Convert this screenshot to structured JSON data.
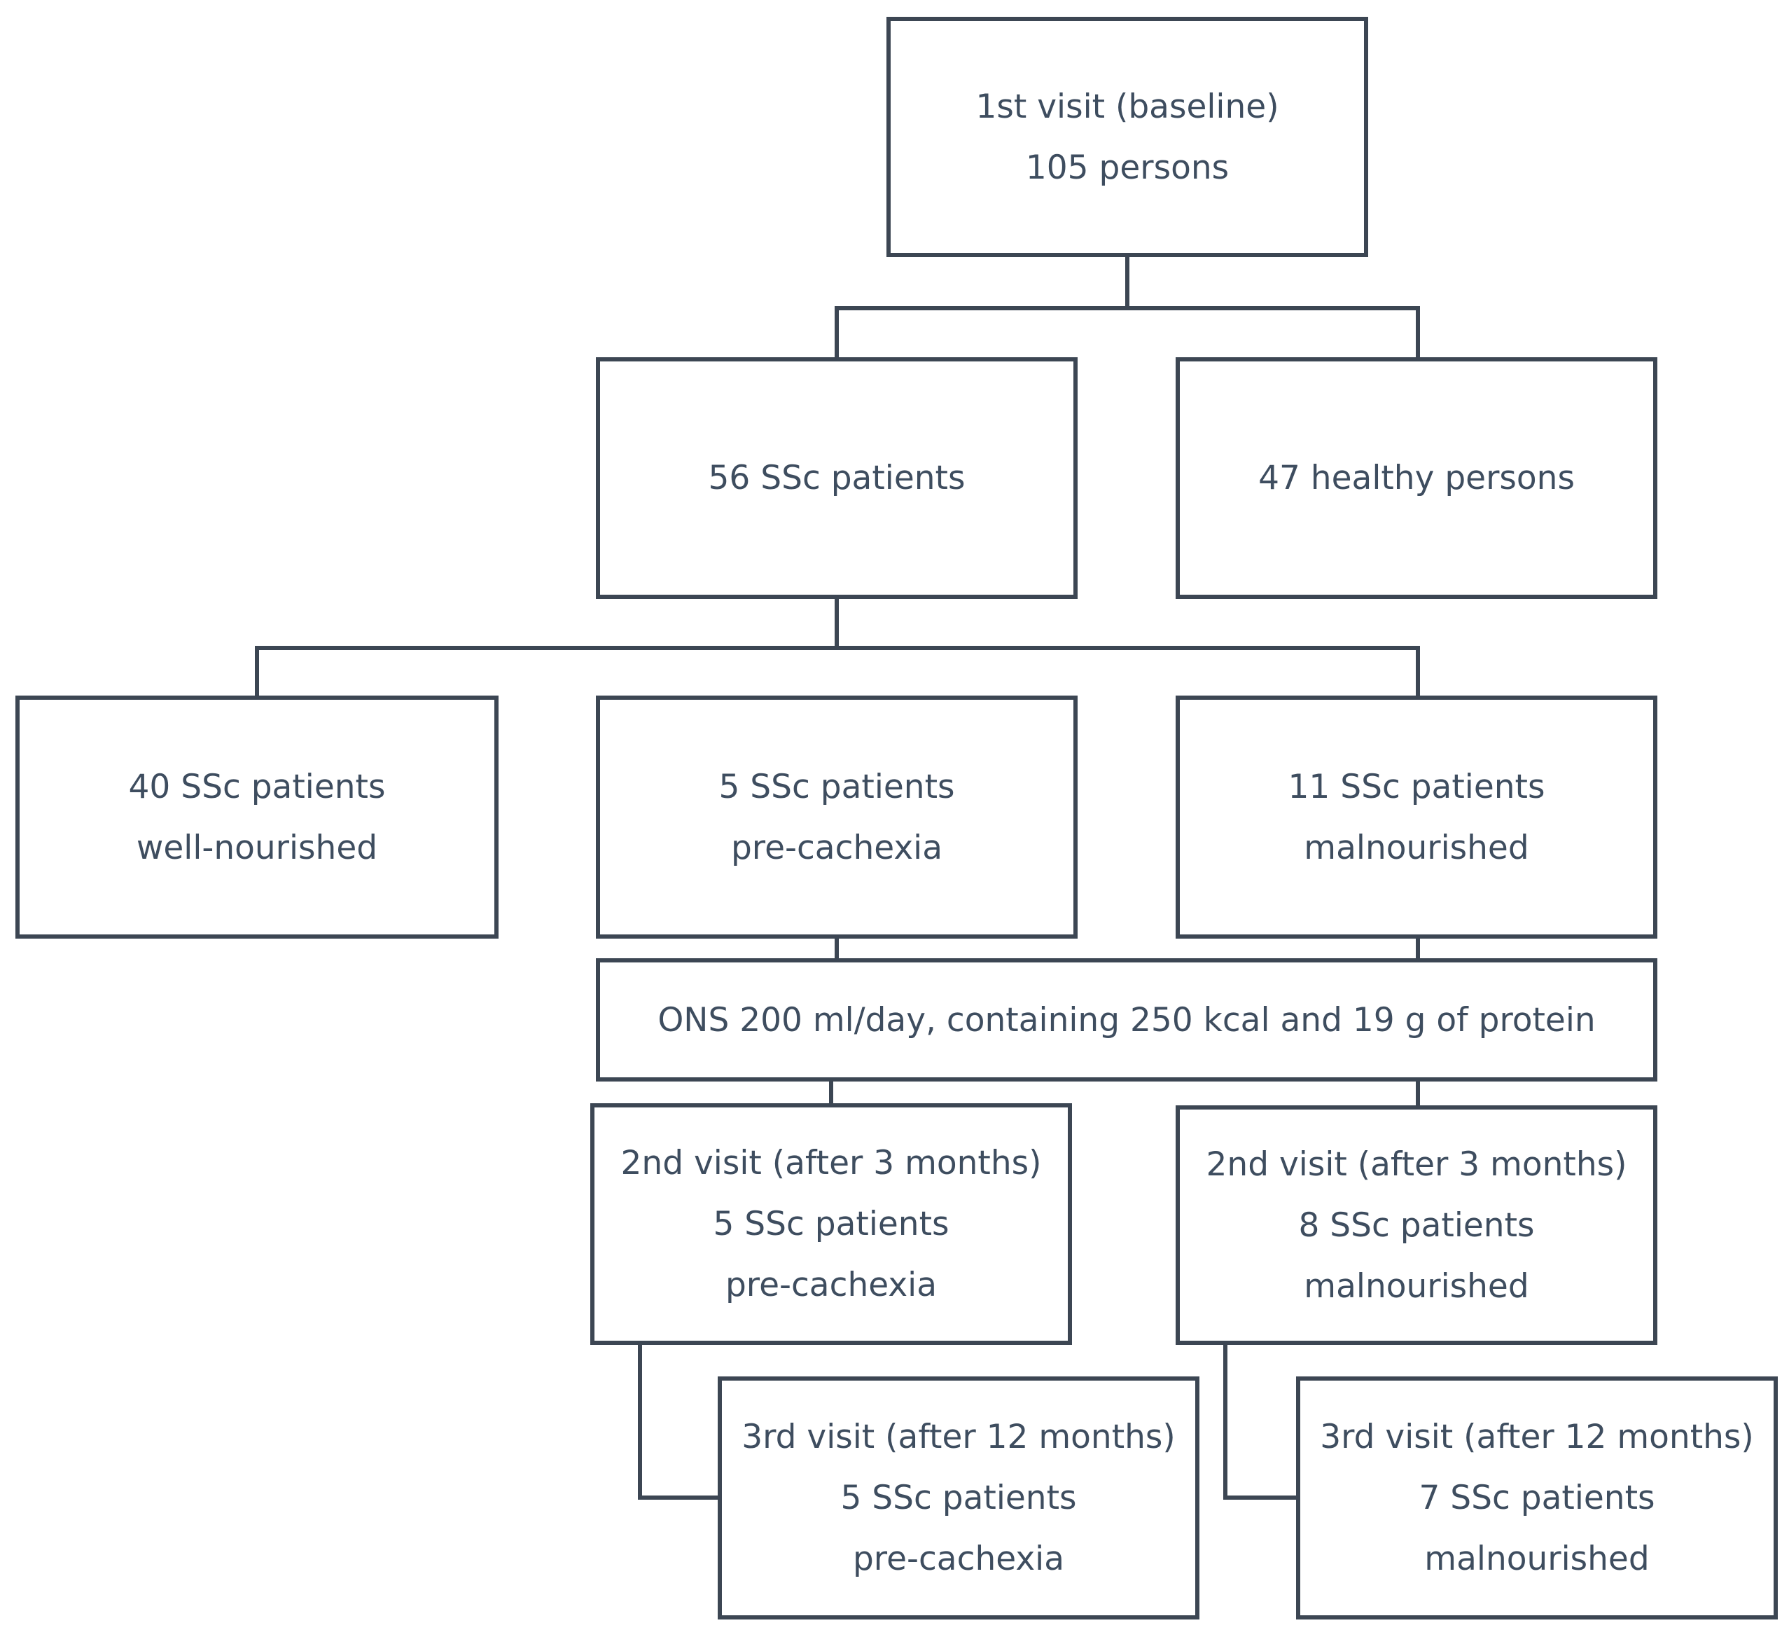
{
  "flowchart": {
    "baseline": {
      "line1": "1st visit (baseline)",
      "line2": "105 persons"
    },
    "ssc_patients": {
      "label": "56 SSc patients"
    },
    "healthy": {
      "label": "47 healthy persons"
    },
    "well_nourished": {
      "line1": "40 SSc patients",
      "line2": "well-nourished"
    },
    "pre_cachexia": {
      "line1": "5 SSc patients",
      "line2": "pre-cachexia"
    },
    "malnourished": {
      "line1": "11 SSc patients",
      "line2": "malnourished"
    },
    "ons": {
      "label": "ONS 200 ml/day, containing 250 kcal and 19 g of protein"
    },
    "visit2_pre": {
      "line1": "2nd visit (after 3 months)",
      "line2": "5 SSc patients",
      "line3": "pre-cachexia"
    },
    "visit2_mal": {
      "line1": "2nd visit (after 3 months)",
      "line2": "8 SSc patients",
      "line3": "malnourished"
    },
    "visit3_pre": {
      "line1": "3rd visit (after 12 months)",
      "line2": "5 SSc patients",
      "line3": "pre-cachexia"
    },
    "visit3_mal": {
      "line1": "3rd visit (after 12 months)",
      "line2": "7 SSc patients",
      "line3": "malnourished"
    }
  },
  "colors": {
    "border": "#3c4653",
    "text": "#3e4d5f",
    "background": "#ffffff"
  }
}
